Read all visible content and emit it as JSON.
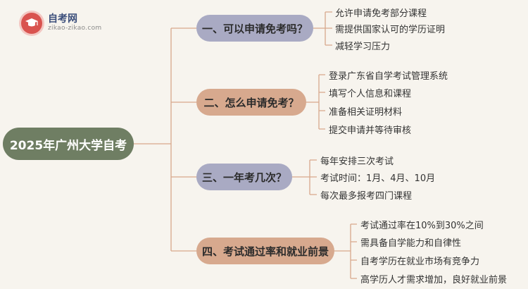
{
  "logo": {
    "title": "自考网",
    "subtitle": "zikao-zikao.com",
    "icon": "graduation-cap-icon"
  },
  "root": {
    "label": "2025年广州大学自考"
  },
  "branches": [
    {
      "label": "一、可以申请免考吗？",
      "leaves": [
        "允许申请免考部分课程",
        "需提供国家认可的学历证明",
        "减轻学习压力"
      ]
    },
    {
      "label": "二、怎么申请免考？",
      "leaves": [
        "登录广东省自学考试管理系统",
        "填写个人信息和课程",
        "准备相关证明材料",
        "提交申请并等待审核"
      ]
    },
    {
      "label": "三、一年考几次？",
      "leaves": [
        "每年安排三次考试",
        "考试时间：1月、4月、10月",
        "每次最多报考四门课程"
      ]
    },
    {
      "label": "四、考试通过率和就业前景",
      "leaves": [
        "考试通过率在10%到30%之间",
        "需具备自学能力和自律性",
        "自考学历在就业市场有竞争力",
        "高学历人才需求增加，良好就业前景"
      ]
    }
  ],
  "colors": {
    "root": "#6f7e63",
    "branch_purple": "#a9aac3",
    "branch_orange": "#d7a98e",
    "connector": "#d8a88c",
    "background": "#f7f4ee"
  }
}
